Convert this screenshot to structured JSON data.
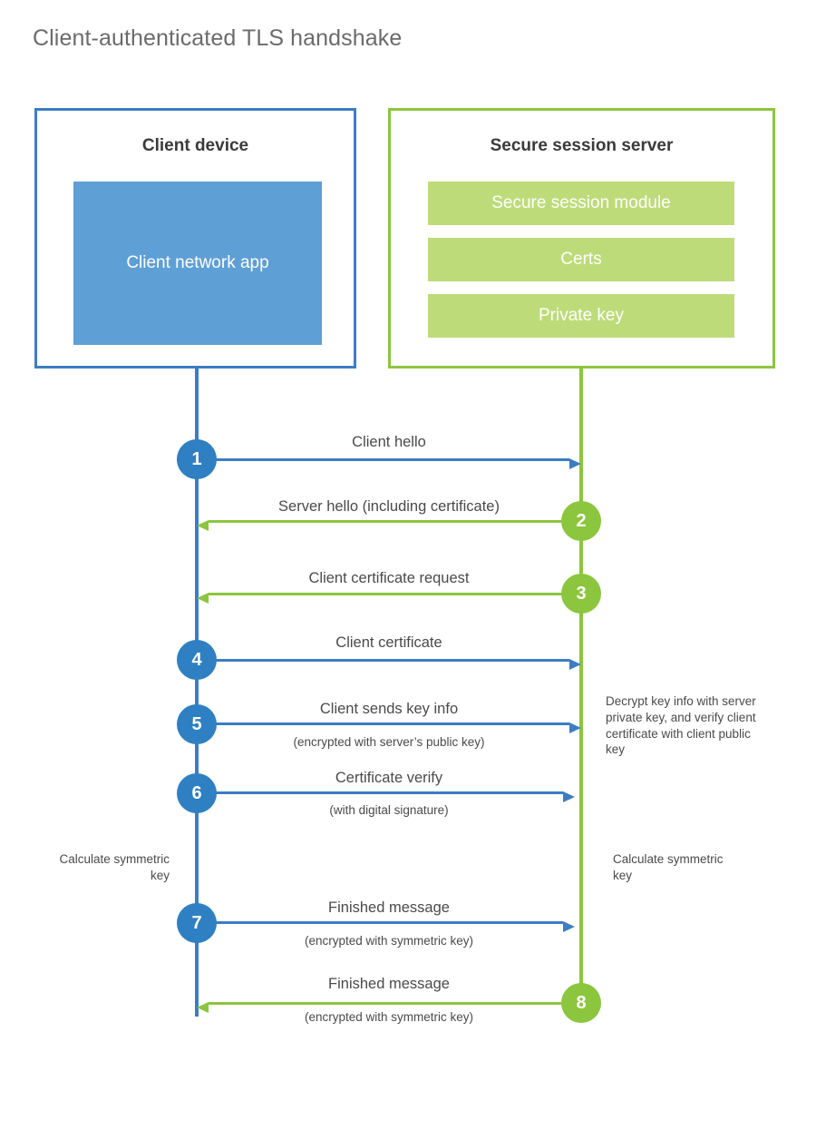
{
  "title": "Client-authenticated TLS handshake",
  "colors": {
    "blue_border": "#3C7DC4",
    "blue_fill": "#5E9FD6",
    "blue_badge": "#2E80C2",
    "green_border": "#8CC63E",
    "green_fill": "#BDDC79",
    "green_badge": "#8CC63E",
    "text": "#4a4a4a",
    "title_text": "#6b6b6b"
  },
  "client": {
    "title": "Client device",
    "app_label": "Client network app"
  },
  "server": {
    "title": "Secure session server",
    "modules": [
      {
        "label": "Secure session module"
      },
      {
        "label": "Certs"
      },
      {
        "label": "Private key"
      }
    ]
  },
  "messages": [
    {
      "step": "1",
      "label": "Client hello",
      "sublabel": "",
      "direction": "client-to-server",
      "color": "blue"
    },
    {
      "step": "2",
      "label": "Server hello (including certificate)",
      "sublabel": "",
      "direction": "server-to-client",
      "color": "green"
    },
    {
      "step": "3",
      "label": "Client certificate request",
      "sublabel": "",
      "direction": "server-to-client",
      "color": "green"
    },
    {
      "step": "4",
      "label": "Client certificate",
      "sublabel": "",
      "direction": "client-to-server",
      "color": "blue"
    },
    {
      "step": "5",
      "label": "Client sends key info",
      "sublabel": "(encrypted with server’s public key)",
      "direction": "client-to-server",
      "color": "blue"
    },
    {
      "step": "6",
      "label": "Certificate verify",
      "sublabel": "(with digital signature)",
      "direction": "client-to-server",
      "color": "blue"
    },
    {
      "step": "7",
      "label": "Finished message",
      "sublabel": "(encrypted with symmetric key)",
      "direction": "client-to-server",
      "color": "blue"
    },
    {
      "step": "8",
      "label": "Finished message",
      "sublabel": "(encrypted with symmetric key)",
      "direction": "server-to-client",
      "color": "green"
    }
  ],
  "notes": {
    "server_decrypt": "Decrypt key info with server private key, and verify client certificate with client public key",
    "client_calculate": "Calculate symmetric key",
    "server_calculate": "Calculate symmetric key"
  }
}
